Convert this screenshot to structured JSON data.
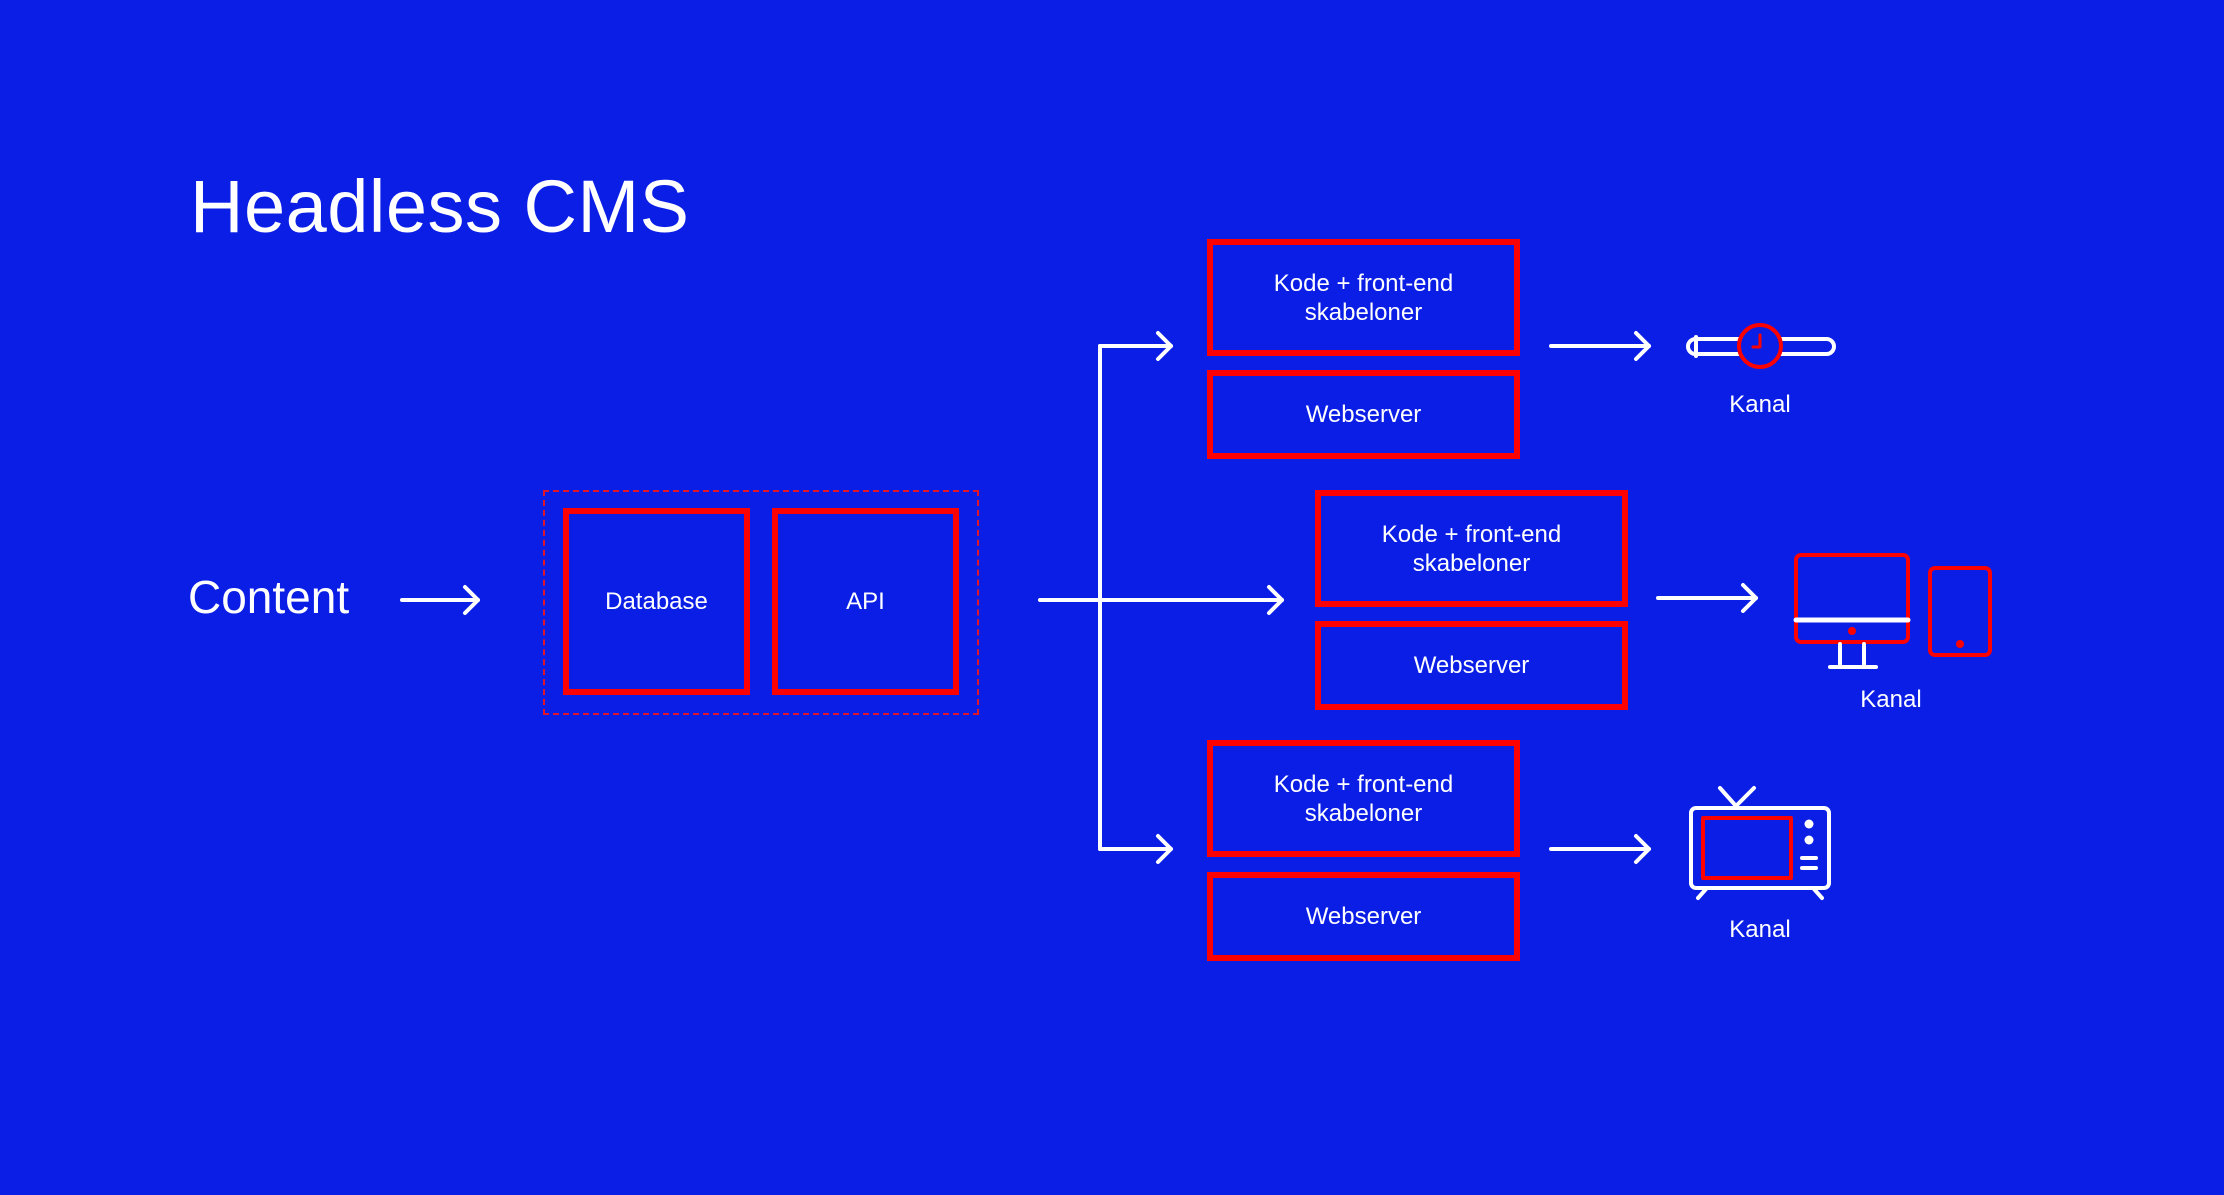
{
  "title": "Headless CMS",
  "source_label": "Content",
  "backend": {
    "database_label": "Database",
    "api_label": "API"
  },
  "channels": [
    {
      "template_label": "Kode + front-end\nskabeloner",
      "server_label": "Webserver",
      "channel_label": "Kanal",
      "device_icon": "smartwatch-icon"
    },
    {
      "template_label": "Kode + front-end\nskabeloner",
      "server_label": "Webserver",
      "channel_label": "Kanal",
      "device_icon": "desktop-and-tablet-icon"
    },
    {
      "template_label": "Kode + front-end\nskabeloner",
      "server_label": "Webserver",
      "channel_label": "Kanal",
      "device_icon": "tv-icon"
    }
  ],
  "colors": {
    "background": "#0a1ee6",
    "accent": "#ff0000",
    "line": "#ffffff"
  }
}
